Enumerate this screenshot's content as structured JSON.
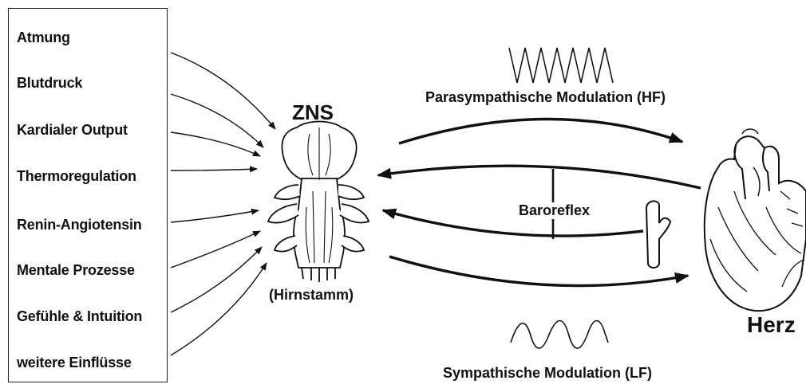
{
  "influences": [
    "Atmung",
    "Blutdruck",
    "Kardialer Output",
    "Thermoregulation",
    "Renin-Angiotensin",
    "Mentale Prozesse",
    "Gefühle & Intuition",
    "weitere Einflüsse"
  ],
  "labels": {
    "zns": "ZNS",
    "hirnstamm": "(Hirnstamm)",
    "parasympathetic": "Parasympathische Modulation (HF)",
    "sympathetic": "Sympathische Modulation (LF)",
    "baroreflex": "Baroreflex",
    "heart": "Herz"
  },
  "icons": {
    "brainstem": "brainstem-illustration",
    "heart": "heart-illustration",
    "vessel": "blood-vessel-illustration",
    "hf_wave": "high-frequency-wave",
    "lf_wave": "low-frequency-wave"
  }
}
